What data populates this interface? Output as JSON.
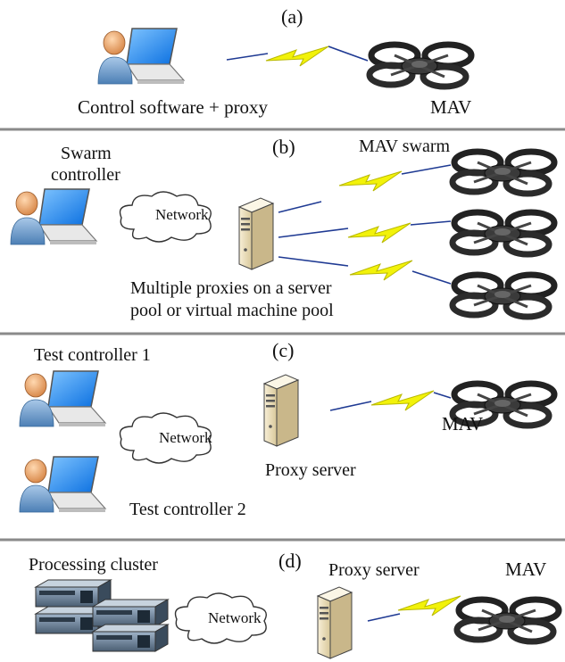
{
  "panels": {
    "a": {
      "tag": "(a)",
      "user_label": "Control software + proxy",
      "mav_label": "MAV"
    },
    "b": {
      "tag": "(b)",
      "controller_label_1": "Swarm",
      "controller_label_2": "controller",
      "cloud_label": "Network",
      "swarm_label": "MAV swarm",
      "server_label_1": "Multiple proxies on a server",
      "server_label_2": "pool or virtual machine pool"
    },
    "c": {
      "tag": "(c)",
      "controller1_label": "Test controller 1",
      "controller2_label": "Test controller 2",
      "cloud_label": "Network",
      "server_label": "Proxy server",
      "mav_label": "MAV"
    },
    "d": {
      "tag": "(d)",
      "cluster_label": "Processing cluster",
      "cloud_label": "Network",
      "server_label": "Proxy server",
      "mav_label": "MAV"
    }
  },
  "colors": {
    "divider": "#8a8a8a",
    "bolt_fill": "#f2f20a",
    "bolt_stroke": "#b8b800",
    "link_line": "#1f3a93",
    "screen": "#1e90ff",
    "server_body": "#efe3c3",
    "head": "#f2b07a",
    "body_blue": "#6f9fcf"
  }
}
